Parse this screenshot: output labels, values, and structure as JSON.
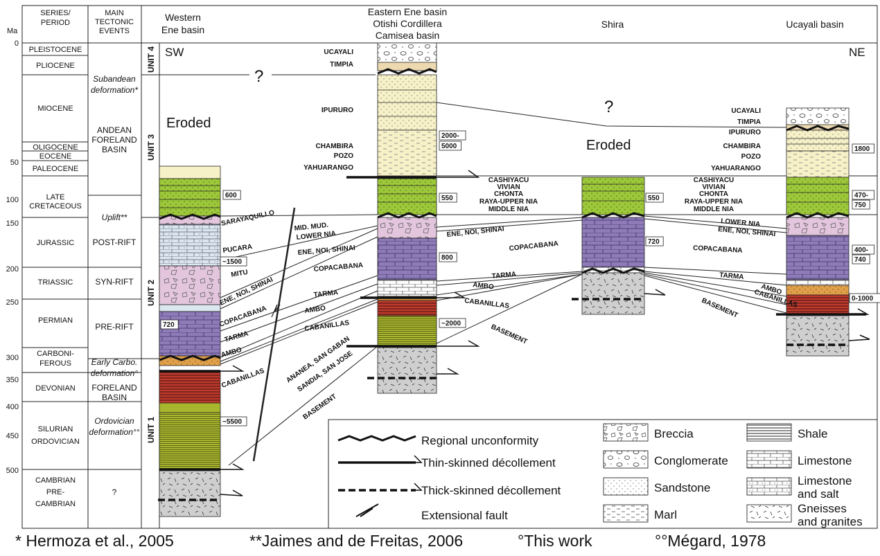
{
  "headers": {
    "ma": "Ma",
    "series_period": [
      "SERIES/",
      "PERIOD"
    ],
    "tectonic": [
      "MAIN",
      "TECTONIC",
      "EVENTS"
    ],
    "western": [
      "Western",
      "Ene basin"
    ],
    "eastern": [
      "Eastern Ene basin",
      "Otishi Cordillera",
      "Camisea basin"
    ],
    "shira": "Shira",
    "ucayali": "Ucayali basin"
  },
  "age_ticks": [
    "0",
    "50",
    "100",
    "150",
    "200",
    "250",
    "300",
    "350",
    "400",
    "450",
    "500"
  ],
  "periods": [
    {
      "lines": [
        "PLEISTOCENE"
      ]
    },
    {
      "lines": [
        "PLIOCENE"
      ]
    },
    {
      "lines": [
        "MIOCENE"
      ]
    },
    {
      "lines": [
        "OLIGOCENE"
      ]
    },
    {
      "lines": [
        "EOCENE"
      ]
    },
    {
      "lines": [
        "PALEOCENE"
      ]
    },
    {
      "lines": [
        "LATE",
        "CRETACEOUS"
      ]
    },
    {
      "lines": [
        "JURASSIC"
      ]
    },
    {
      "lines": [
        "TRIASSIC"
      ]
    },
    {
      "lines": [
        "PERMIAN"
      ]
    },
    {
      "lines": [
        "CARBONI-",
        "FEROUS"
      ]
    },
    {
      "lines": [
        "DEVONIAN"
      ]
    },
    {
      "lines": [
        "SILURIAN",
        "ORDOVICIAN"
      ]
    },
    {
      "lines": [
        "CAMBRIAN",
        "PRE-",
        "CAMBRIAN"
      ]
    }
  ],
  "tectonic_events": [
    {
      "lines": [
        "Subandean",
        "deformation*"
      ],
      "italic": true
    },
    {
      "lines": [
        "ANDEAN",
        "FORELAND",
        "BASIN"
      ],
      "italic": false
    },
    {
      "lines": [
        "Uplift**"
      ],
      "italic": true
    },
    {
      "lines": [
        "POST-RIFT"
      ],
      "italic": false
    },
    {
      "lines": [
        "SYN-RIFT"
      ],
      "italic": false
    },
    {
      "lines": [
        "PRE-RIFT"
      ],
      "italic": false
    },
    {
      "lines": [
        "Early Carbo.",
        "deformation°"
      ],
      "italic": true
    },
    {
      "lines": [
        "FORELAND",
        "BASIN"
      ],
      "italic": false
    },
    {
      "lines": [
        "Ordovician",
        "deformation°°"
      ],
      "italic": true
    },
    {
      "lines": [
        "?"
      ],
      "italic": false
    }
  ],
  "units": [
    "UNIT 4",
    "UNIT 3",
    "UNIT 2",
    "UNIT 1"
  ],
  "directions": {
    "sw": "SW",
    "ne": "NE"
  },
  "eroded": [
    "Eroded",
    "Eroded"
  ],
  "question_marks": [
    "?",
    "?"
  ],
  "thickness_labels": [
    "600",
    "~1500",
    "720",
    "~5500",
    "2000-",
    "5000",
    "550",
    "800",
    "~2000",
    "550",
    "720",
    "1800",
    "470-",
    "750",
    "400-",
    "740",
    "0-1000"
  ],
  "formation_labels": {
    "western": [
      "SARAYAQUILLO",
      "PUCARA",
      "MITU",
      "ENE, NOI, SHINAI",
      "COPACABANA",
      "TARMA",
      "AMBO",
      "CABANILLAS"
    ],
    "west_east": [
      "MID. MUD.",
      "LOWER NIA",
      "ENE, NOI, SHINAI",
      "COPACABANA",
      "TARMA",
      "AMBO",
      "CABANILLAS",
      "ANANEA, SAN GABAN",
      "SANDIA, SAN JOSE",
      "BASEMENT"
    ],
    "eastern_top": [
      "UCAYALI",
      "TIMPIA",
      "IPURURO",
      "CHAMBIRA",
      "POZO",
      "YAHUARANGO"
    ],
    "cretaceous_block": [
      "CASHIYACU",
      "VIVIAN",
      "CHONTA",
      "RAYA-UPPER NIA",
      "MIDDLE NIA"
    ],
    "east_shira": [
      "ENE, NOI, SHINAI",
      "COPACABANA",
      "TARMA",
      "AMBO",
      "CABANILLAS",
      "BASEMENT"
    ],
    "ucayali_top": [
      "UCAYALI",
      "TIMPIA",
      "IPURURO",
      "CHAMBIRA",
      "POZO",
      "YAHUARANGO"
    ],
    "shira_ucayali": [
      "LOWER NIA",
      "ENE, NOI, SHINAI",
      "COPACABANA",
      "TARMA",
      "AMBO",
      "CABANILLAS",
      "BASEMENT"
    ]
  },
  "legend": {
    "items": [
      "Regional unconformity",
      "Thin-skinned décollement",
      "Thick-skinned décollement",
      "Extensional fault",
      "Breccia",
      "Conglomerate",
      "Sandstone",
      "Marl",
      "Shale",
      "Limestone",
      [
        "Limestone",
        "and salt"
      ],
      [
        "Gneisses",
        "and granites"
      ]
    ]
  },
  "footer": [
    "* Hermoza et al., 2005",
    "**Jaimes and de Freitas, 2006",
    "°This work",
    "°°Mégard, 1978"
  ],
  "colors": {
    "green": "#9dc83a",
    "olive": "#a8b62e",
    "red": "#c23a2d",
    "orange": "#e0a04a",
    "purple": "#8e7bb8",
    "pink": "#e3c6dd",
    "lightblue": "#dbe6f0",
    "cream": "#f7f1c8",
    "gray": "#cfcfcf",
    "sand": "#ecd9b0"
  }
}
